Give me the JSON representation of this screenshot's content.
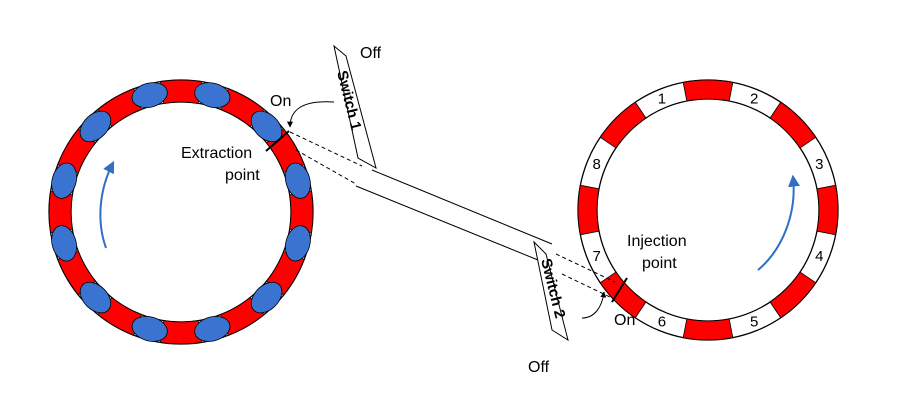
{
  "colors": {
    "segment": "#ff0000",
    "particle": "#3a73d0",
    "arrow": "#2f6fc4",
    "outline": "#000000"
  },
  "labels": {
    "switch1": "Switch 1",
    "switch2": "Switch 2",
    "switch1_off": "Off",
    "switch1_on": "On",
    "switch2_off": "Off",
    "switch2_on": "On",
    "extraction_line1": "Extraction",
    "extraction_line2": "point",
    "injection_line1": "Injection",
    "injection_line2": "point"
  },
  "right_ring": {
    "segment_numbers": [
      "1",
      "2",
      "3",
      "4",
      "5",
      "6",
      "7",
      "8"
    ]
  },
  "left_ring": {
    "segments": 12,
    "particles": 12
  }
}
